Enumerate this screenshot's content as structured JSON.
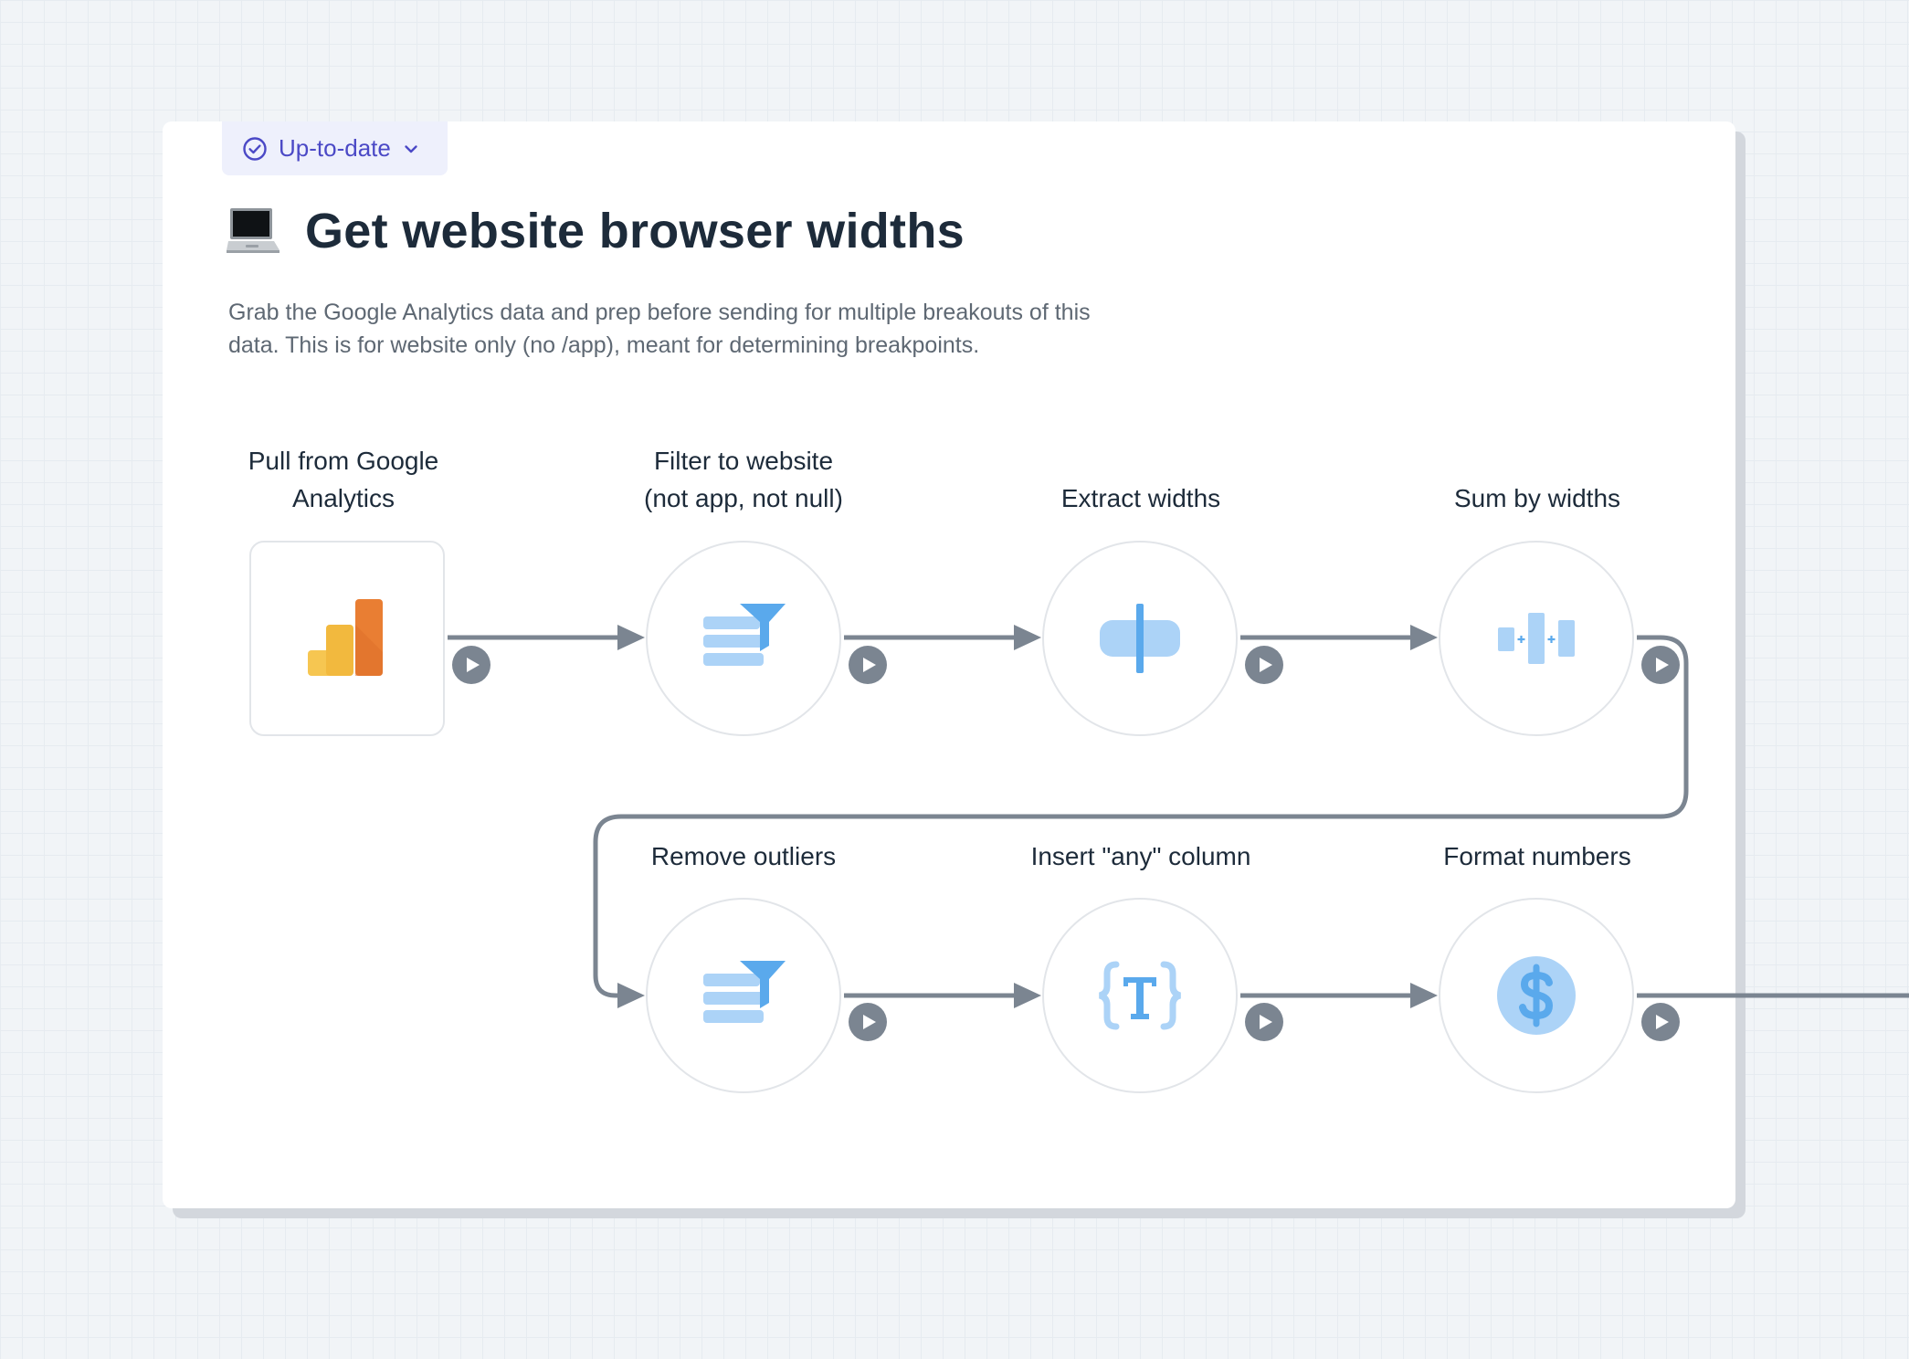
{
  "status": {
    "label": "Up-to-date",
    "icon": "check-circle-icon",
    "dropdown_icon": "chevron-down-icon",
    "color": "#4b49c6",
    "background": "#eef0fc"
  },
  "workflow": {
    "emoji_icon": "laptop-icon",
    "title": "Get website browser widths",
    "description": "Grab the Google Analytics data and prep before sending for multiple breakouts of this data. This is for website only (no /app), meant for determining breakpoints."
  },
  "steps": [
    {
      "label": "Pull from Google\nAnalytics",
      "icon": "google-analytics-icon"
    },
    {
      "label": "Filter to website\n(not app, not null)",
      "icon": "filter-icon"
    },
    {
      "label": "Extract widths",
      "icon": "split-column-icon"
    },
    {
      "label": "Sum by widths",
      "icon": "aggregate-icon"
    },
    {
      "label": "Remove outliers",
      "icon": "filter-icon"
    },
    {
      "label": "Insert \"any\" column",
      "icon": "template-text-icon"
    },
    {
      "label": "Format numbers",
      "icon": "dollar-icon"
    }
  ],
  "colors": {
    "connector": "#7b8591",
    "icon_light": "#acd3f7",
    "icon_accent": "#5aa9ec",
    "title": "#1d2b3a"
  }
}
